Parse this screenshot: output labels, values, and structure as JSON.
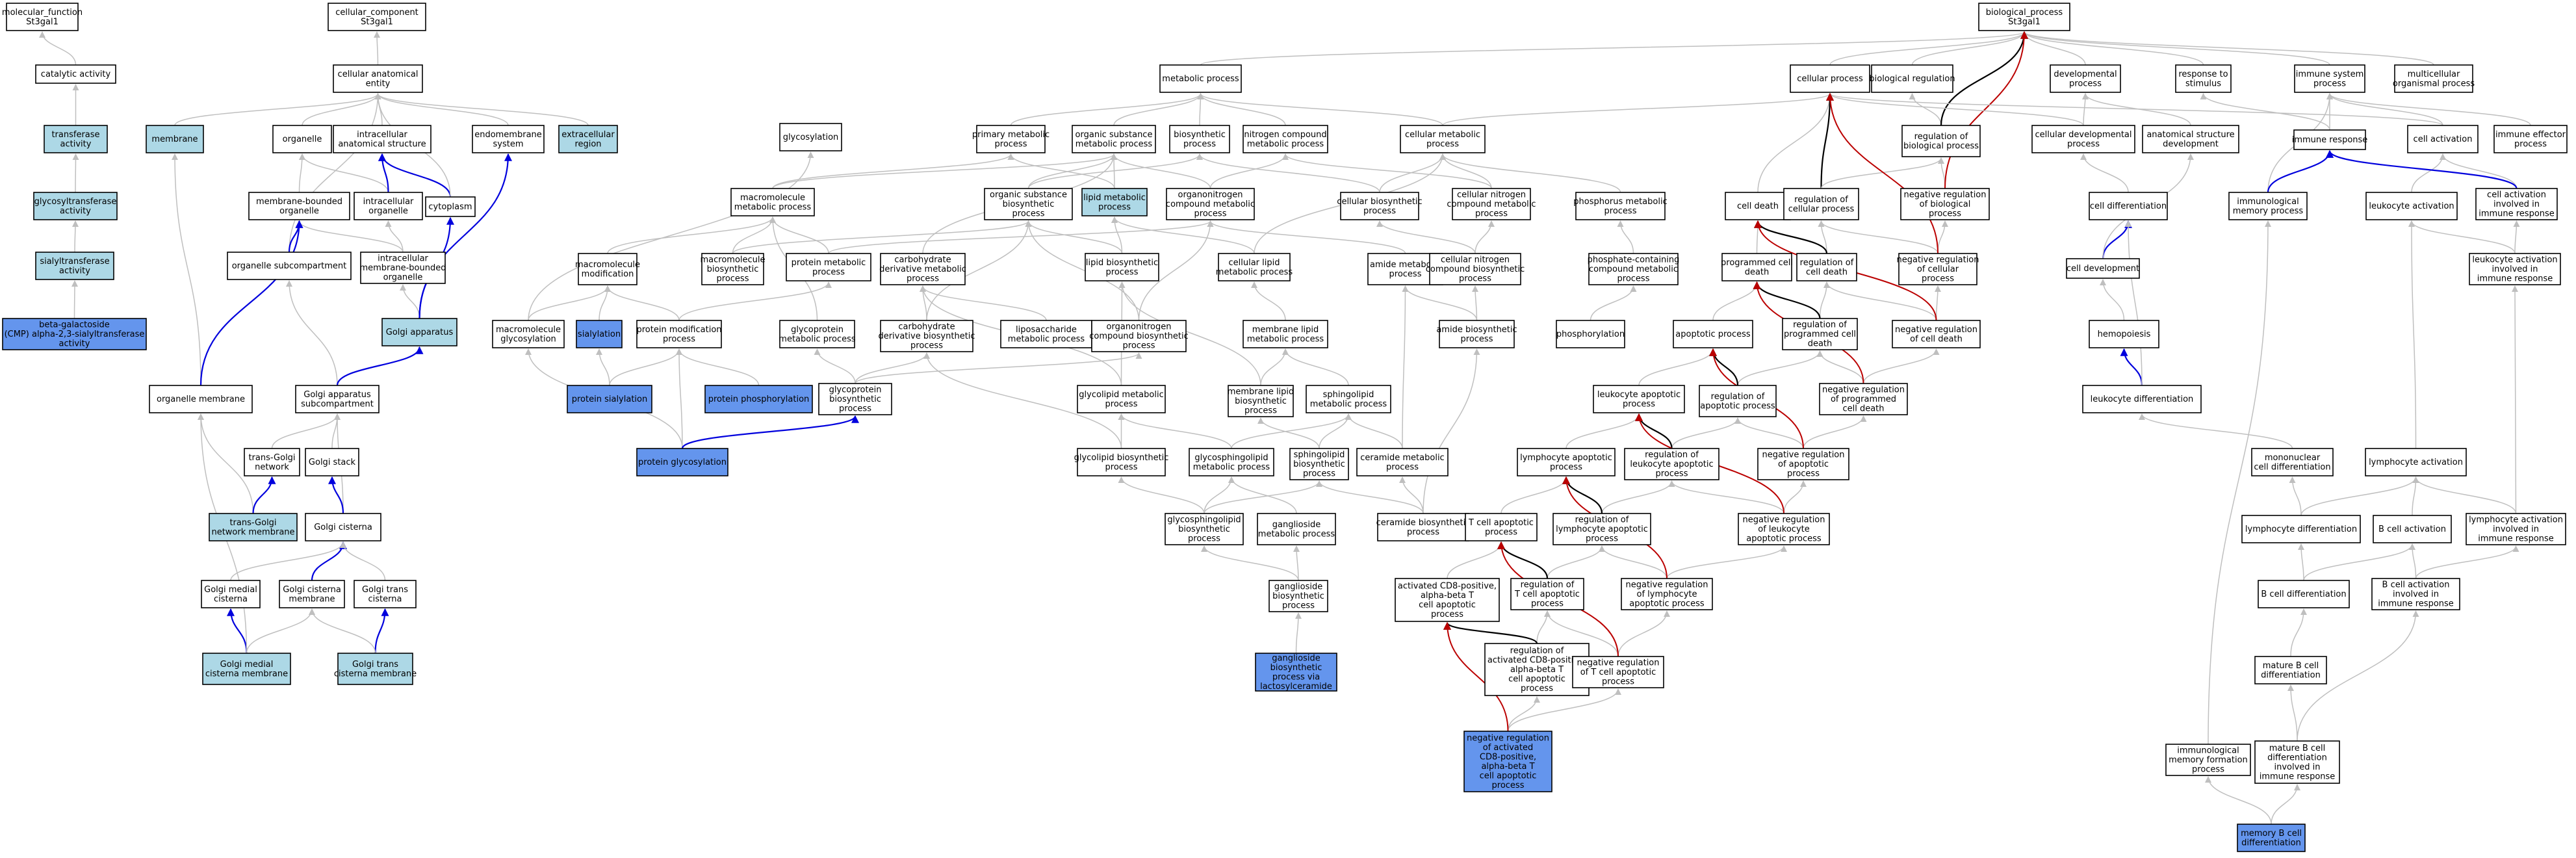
{
  "colors": {
    "plain": "#ffffff",
    "light": "#add8e6",
    "dark": "#6495ed",
    "edge_is_a": "#bfbfbf",
    "edge_part_of": "#0000dd",
    "edge_regulates": "#000000",
    "edge_neg_regulates": "#bb0000"
  },
  "nodes": {
    "mf": {
      "lines": [
        "molecular_function",
        "St3gal1"
      ],
      "kind": "plain"
    },
    "cat": {
      "lines": [
        "catalytic activity"
      ],
      "kind": "plain"
    },
    "transf": {
      "lines": [
        "transferase",
        "activity"
      ],
      "kind": "light"
    },
    "glycosyl": {
      "lines": [
        "glycosyltransferase",
        "activity"
      ],
      "kind": "light"
    },
    "sialyl": {
      "lines": [
        "sialyltransferase",
        "activity"
      ],
      "kind": "light"
    },
    "bgal": {
      "lines": [
        "beta-galactoside",
        "(CMP) alpha-2,3-sialyltransferase",
        "activity"
      ],
      "kind": "dark"
    },
    "cc": {
      "lines": [
        "cellular_component",
        "St3gal1"
      ],
      "kind": "plain"
    },
    "cae": {
      "lines": [
        "cellular anatomical",
        "entity"
      ],
      "kind": "plain"
    },
    "membrane": {
      "lines": [
        "membrane"
      ],
      "kind": "light"
    },
    "organelle": {
      "lines": [
        "organelle"
      ],
      "kind": "plain"
    },
    "ias": {
      "lines": [
        "intracellular",
        "anatomical structure"
      ],
      "kind": "plain"
    },
    "endo": {
      "lines": [
        "endomembrane",
        "system"
      ],
      "kind": "plain"
    },
    "extra": {
      "lines": [
        "extracellular",
        "region"
      ],
      "kind": "light"
    },
    "mbo": {
      "lines": [
        "membrane-bounded",
        "organelle"
      ],
      "kind": "plain"
    },
    "intorg": {
      "lines": [
        "intracellular",
        "organelle"
      ],
      "kind": "plain"
    },
    "cyto": {
      "lines": [
        "cytoplasm"
      ],
      "kind": "plain"
    },
    "orgsub": {
      "lines": [
        "organelle subcompartment"
      ],
      "kind": "plain"
    },
    "imbo": {
      "lines": [
        "intracellular",
        "membrane-bounded",
        "organelle"
      ],
      "kind": "plain"
    },
    "golgi": {
      "lines": [
        "Golgi apparatus"
      ],
      "kind": "light"
    },
    "orgmem": {
      "lines": [
        "organelle membrane"
      ],
      "kind": "plain"
    },
    "gas": {
      "lines": [
        "Golgi apparatus",
        "subcompartment"
      ],
      "kind": "plain"
    },
    "tgn": {
      "lines": [
        "trans-Golgi",
        "network"
      ],
      "kind": "plain"
    },
    "gstack": {
      "lines": [
        "Golgi stack"
      ],
      "kind": "plain"
    },
    "tgnm": {
      "lines": [
        "trans-Golgi",
        "network membrane"
      ],
      "kind": "light"
    },
    "gcis": {
      "lines": [
        "Golgi cisterna"
      ],
      "kind": "plain"
    },
    "gmc": {
      "lines": [
        "Golgi medial",
        "cisterna"
      ],
      "kind": "plain"
    },
    "gcm": {
      "lines": [
        "Golgi cisterna",
        "membrane"
      ],
      "kind": "plain"
    },
    "gtc": {
      "lines": [
        "Golgi trans",
        "cisterna"
      ],
      "kind": "plain"
    },
    "gmcm": {
      "lines": [
        "Golgi medial",
        "cisterna membrane"
      ],
      "kind": "light"
    },
    "gtcm": {
      "lines": [
        "Golgi trans",
        "cisterna membrane"
      ],
      "kind": "light"
    },
    "bp": {
      "lines": [
        "biological_process",
        "St3gal1"
      ],
      "kind": "plain"
    },
    "metab": {
      "lines": [
        "metabolic process"
      ],
      "kind": "plain"
    },
    "glycosylation": {
      "lines": [
        "glycosylation"
      ],
      "kind": "plain"
    },
    "primmet": {
      "lines": [
        "primary metabolic",
        "process"
      ],
      "kind": "plain"
    },
    "orgsubmet": {
      "lines": [
        "organic substance",
        "metabolic process"
      ],
      "kind": "plain"
    },
    "biosyn": {
      "lines": [
        "biosynthetic",
        "process"
      ],
      "kind": "plain"
    },
    "ncmp": {
      "lines": [
        "nitrogen compound",
        "metabolic process"
      ],
      "kind": "plain"
    },
    "cellmet": {
      "lines": [
        "cellular metabolic",
        "process"
      ],
      "kind": "plain"
    },
    "macromet": {
      "lines": [
        "macromolecule",
        "metabolic process"
      ],
      "kind": "plain"
    },
    "osbp": {
      "lines": [
        "organic substance",
        "biosynthetic",
        "process"
      ],
      "kind": "plain"
    },
    "lipidmet": {
      "lines": [
        "lipid metabolic",
        "process"
      ],
      "kind": "light"
    },
    "orgnitmet": {
      "lines": [
        "organonitrogen",
        "compound metabolic",
        "process"
      ],
      "kind": "plain"
    },
    "cellbio": {
      "lines": [
        "cellular biosynthetic",
        "process"
      ],
      "kind": "plain"
    },
    "cncmp": {
      "lines": [
        "cellular nitrogen",
        "compound metabolic",
        "process"
      ],
      "kind": "plain"
    },
    "phosmet": {
      "lines": [
        "phosphorus metabolic",
        "process"
      ],
      "kind": "plain"
    },
    "macromod": {
      "lines": [
        "macromolecule",
        "modification"
      ],
      "kind": "plain"
    },
    "macrobio": {
      "lines": [
        "macromolecule",
        "biosynthetic",
        "process"
      ],
      "kind": "plain"
    },
    "protmet": {
      "lines": [
        "protein metabolic",
        "process"
      ],
      "kind": "plain"
    },
    "carbmet": {
      "lines": [
        "carbohydrate",
        "derivative metabolic",
        "process"
      ],
      "kind": "plain"
    },
    "lipbio": {
      "lines": [
        "lipid biosynthetic",
        "process"
      ],
      "kind": "plain"
    },
    "celllip": {
      "lines": [
        "cellular lipid",
        "metabolic process"
      ],
      "kind": "plain"
    },
    "amidemet": {
      "lines": [
        "amide metabolic",
        "process"
      ],
      "kind": "plain"
    },
    "cncbp": {
      "lines": [
        "cellular nitrogen",
        "compound biosynthetic",
        "process"
      ],
      "kind": "plain"
    },
    "phoscomp": {
      "lines": [
        "phosphate-containing",
        "compound metabolic",
        "process"
      ],
      "kind": "plain"
    },
    "macrogly": {
      "lines": [
        "macromolecule",
        "glycosylation"
      ],
      "kind": "plain"
    },
    "sialylation": {
      "lines": [
        "sialylation"
      ],
      "kind": "dark"
    },
    "protmod": {
      "lines": [
        "protein modification",
        "process"
      ],
      "kind": "plain"
    },
    "glycoprotmet": {
      "lines": [
        "glycoprotein",
        "metabolic process"
      ],
      "kind": "plain"
    },
    "carbbio": {
      "lines": [
        "carbohydrate",
        "derivative biosynthetic",
        "process"
      ],
      "kind": "plain"
    },
    "liposac": {
      "lines": [
        "liposaccharide",
        "metabolic process"
      ],
      "kind": "plain"
    },
    "orgnitbio": {
      "lines": [
        "organonitrogen",
        "compound biosynthetic",
        "process"
      ],
      "kind": "plain"
    },
    "memlip": {
      "lines": [
        "membrane lipid",
        "metabolic process"
      ],
      "kind": "plain"
    },
    "amidebio": {
      "lines": [
        "amide biosynthetic",
        "process"
      ],
      "kind": "plain"
    },
    "phosphorylation": {
      "lines": [
        "phosphorylation"
      ],
      "kind": "plain"
    },
    "protsial": {
      "lines": [
        "protein sialylation"
      ],
      "kind": "dark"
    },
    "protphos": {
      "lines": [
        "protein phosphorylation"
      ],
      "kind": "dark"
    },
    "glycoprotbio": {
      "lines": [
        "glycoprotein",
        "biosynthetic",
        "process"
      ],
      "kind": "plain"
    },
    "glycolipmet": {
      "lines": [
        "glycolipid metabolic",
        "process"
      ],
      "kind": "plain"
    },
    "memlipbio": {
      "lines": [
        "membrane lipid",
        "biosynthetic",
        "process"
      ],
      "kind": "plain"
    },
    "sphingomet": {
      "lines": [
        "sphingolipid",
        "metabolic process"
      ],
      "kind": "plain"
    },
    "protglyco": {
      "lines": [
        "protein glycosylation"
      ],
      "kind": "dark"
    },
    "glycolipbio": {
      "lines": [
        "glycolipid biosynthetic",
        "process"
      ],
      "kind": "plain"
    },
    "glycosphmet": {
      "lines": [
        "glycosphingolipid",
        "metabolic process"
      ],
      "kind": "plain"
    },
    "sphingobio": {
      "lines": [
        "sphingolipid",
        "biosynthetic",
        "process"
      ],
      "kind": "plain"
    },
    "ceramet": {
      "lines": [
        "ceramide metabolic",
        "process"
      ],
      "kind": "plain"
    },
    "glycosphbio": {
      "lines": [
        "glycosphingolipid",
        "biosynthetic",
        "process"
      ],
      "kind": "plain"
    },
    "gangmet": {
      "lines": [
        "ganglioside",
        "metabolic process"
      ],
      "kind": "plain"
    },
    "cerabio": {
      "lines": [
        "ceramide biosynthetic",
        "process"
      ],
      "kind": "plain"
    },
    "gangbio": {
      "lines": [
        "ganglioside",
        "biosynthetic",
        "process"
      ],
      "kind": "plain"
    },
    "gangbio2": {
      "lines": [
        "ganglioside",
        "biosynthetic",
        "process via",
        "lactosylceramide"
      ],
      "kind": "dark"
    },
    "cellproc": {
      "lines": [
        "cellular process"
      ],
      "kind": "plain"
    },
    "bioreg": {
      "lines": [
        "biological regulation"
      ],
      "kind": "plain"
    },
    "devproc": {
      "lines": [
        "developmental",
        "process"
      ],
      "kind": "plain"
    },
    "respstim": {
      "lines": [
        "response to",
        "stimulus"
      ],
      "kind": "plain"
    },
    "imsys": {
      "lines": [
        "immune system",
        "process"
      ],
      "kind": "plain"
    },
    "multicell": {
      "lines": [
        "multicellular",
        "organismal process"
      ],
      "kind": "plain"
    },
    "regbio": {
      "lines": [
        "regulation of",
        "biological process"
      ],
      "kind": "plain"
    },
    "celldev": {
      "lines": [
        "cellular developmental",
        "process"
      ],
      "kind": "plain"
    },
    "anatdev": {
      "lines": [
        "anatomical structure",
        "development"
      ],
      "kind": "plain"
    },
    "imresp": {
      "lines": [
        "immune response"
      ],
      "kind": "plain"
    },
    "cellact": {
      "lines": [
        "cell activation"
      ],
      "kind": "plain"
    },
    "imeff": {
      "lines": [
        "immune effector",
        "process"
      ],
      "kind": "plain"
    },
    "celldeath": {
      "lines": [
        "cell death"
      ],
      "kind": "plain"
    },
    "regcell": {
      "lines": [
        "regulation of",
        "cellular process"
      ],
      "kind": "plain"
    },
    "negregbio": {
      "lines": [
        "negative regulation",
        "of biological",
        "process"
      ],
      "kind": "plain"
    },
    "celldiff": {
      "lines": [
        "cell differentiation"
      ],
      "kind": "plain"
    },
    "immem": {
      "lines": [
        "immunological",
        "memory process"
      ],
      "kind": "plain"
    },
    "leukact": {
      "lines": [
        "leukocyte activation"
      ],
      "kind": "plain"
    },
    "cellactim": {
      "lines": [
        "cell activation",
        "involved in",
        "immune response"
      ],
      "kind": "plain"
    },
    "pcd": {
      "lines": [
        "programmed cell",
        "death"
      ],
      "kind": "plain"
    },
    "regcd": {
      "lines": [
        "regulation of",
        "cell death"
      ],
      "kind": "plain"
    },
    "negregcell": {
      "lines": [
        "negative regulation",
        "of cellular",
        "process"
      ],
      "kind": "plain"
    },
    "celldevt": {
      "lines": [
        "cell development"
      ],
      "kind": "plain"
    },
    "leukactim": {
      "lines": [
        "leukocyte activation",
        "involved in",
        "immune response"
      ],
      "kind": "plain"
    },
    "apop": {
      "lines": [
        "apoptotic process"
      ],
      "kind": "plain"
    },
    "regpcd": {
      "lines": [
        "regulation of",
        "programmed cell",
        "death"
      ],
      "kind": "plain"
    },
    "negregcd": {
      "lines": [
        "negative regulation",
        "of cell death"
      ],
      "kind": "plain"
    },
    "hemo": {
      "lines": [
        "hemopoiesis"
      ],
      "kind": "plain"
    },
    "leukapop": {
      "lines": [
        "leukocyte apoptotic",
        "process"
      ],
      "kind": "plain"
    },
    "regapop": {
      "lines": [
        "regulation of",
        "apoptotic process"
      ],
      "kind": "plain"
    },
    "negregpcd": {
      "lines": [
        "negative regulation",
        "of programmed",
        "cell death"
      ],
      "kind": "plain"
    },
    "leukdiff": {
      "lines": [
        "leukocyte differentiation"
      ],
      "kind": "plain"
    },
    "lymphapop": {
      "lines": [
        "lymphocyte apoptotic",
        "process"
      ],
      "kind": "plain"
    },
    "regleukapop": {
      "lines": [
        "regulation of",
        "leukocyte apoptotic",
        "process"
      ],
      "kind": "plain"
    },
    "negregapop": {
      "lines": [
        "negative regulation",
        "of apoptotic",
        "process"
      ],
      "kind": "plain"
    },
    "mononuc": {
      "lines": [
        "mononuclear",
        "cell differentiation"
      ],
      "kind": "plain"
    },
    "lymphact": {
      "lines": [
        "lymphocyte activation"
      ],
      "kind": "plain"
    },
    "reglymphapop": {
      "lines": [
        "regulation of",
        "lymphocyte apoptotic",
        "process"
      ],
      "kind": "plain"
    },
    "negregleukapop": {
      "lines": [
        "negative regulation",
        "of leukocyte",
        "apoptotic process"
      ],
      "kind": "plain"
    },
    "lymphdiff": {
      "lines": [
        "lymphocyte differentiation"
      ],
      "kind": "plain"
    },
    "bcellact": {
      "lines": [
        "B cell activation"
      ],
      "kind": "plain"
    },
    "lymphactim": {
      "lines": [
        "lymphocyte activation",
        "involved in",
        "immune response"
      ],
      "kind": "plain"
    },
    "tcellapop": {
      "lines": [
        "T cell apoptotic",
        "process"
      ],
      "kind": "plain"
    },
    "negreglymphapop": {
      "lines": [
        "negative regulation",
        "of lymphocyte",
        "apoptotic process"
      ],
      "kind": "plain"
    },
    "bcelldiff": {
      "lines": [
        "B cell differentiation"
      ],
      "kind": "plain"
    },
    "bcellactim": {
      "lines": [
        "B cell activation",
        "involved in",
        "immune response"
      ],
      "kind": "plain"
    },
    "cd8apop": {
      "lines": [
        "activated CD8-positive,",
        "alpha-beta T",
        "cell apoptotic",
        "process"
      ],
      "kind": "plain"
    },
    "regtapop": {
      "lines": [
        "regulation of",
        "T cell apoptotic",
        "process"
      ],
      "kind": "plain"
    },
    "regcd8apop": {
      "lines": [
        "regulation of",
        "activated CD8-positive,",
        "alpha-beta T",
        "cell apoptotic",
        "process"
      ],
      "kind": "plain"
    },
    "negregtapop": {
      "lines": [
        "negative regulation",
        "of T cell apoptotic",
        "process"
      ],
      "kind": "plain"
    },
    "maturebdiff": {
      "lines": [
        "mature B cell",
        "differentiation"
      ],
      "kind": "plain"
    },
    "negregcd8": {
      "lines": [
        "negative regulation",
        "of activated",
        "CD8-positive,",
        "alpha-beta T",
        "cell apoptotic",
        "process"
      ],
      "kind": "dark"
    },
    "immemform": {
      "lines": [
        "immunological",
        "memory formation",
        "process"
      ],
      "kind": "plain"
    },
    "maturebim": {
      "lines": [
        "mature B cell",
        "differentiation",
        "involved in",
        "immune response"
      ],
      "kind": "plain"
    },
    "membdiff": {
      "lines": [
        "memory B cell",
        "differentiation"
      ],
      "kind": "dark"
    }
  }
}
